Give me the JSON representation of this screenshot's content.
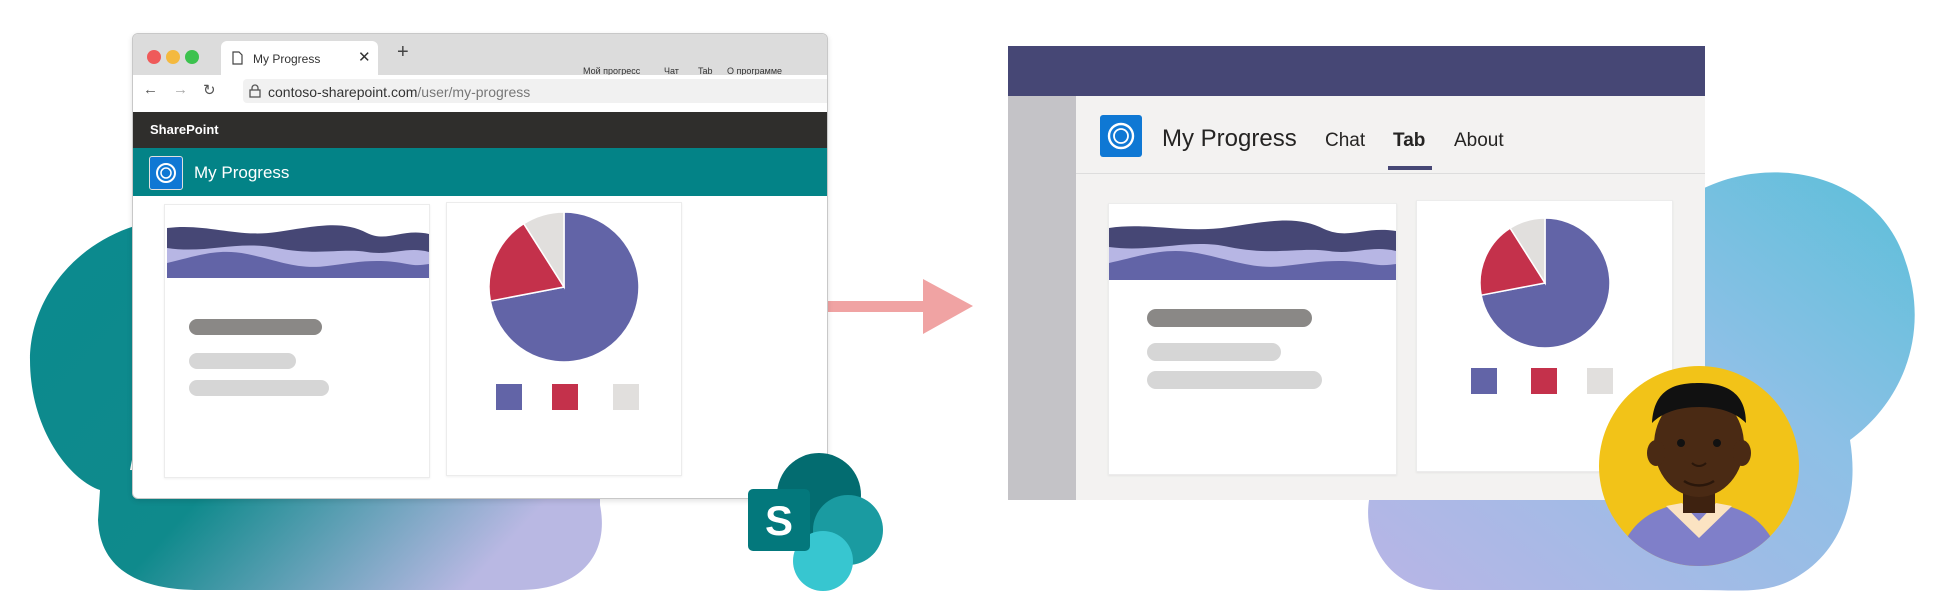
{
  "browser": {
    "tab_title": "My Progress",
    "tab_close": "✕",
    "new_tab": "+",
    "ru_menu": [
      "Мой прогресс",
      "Чат",
      "Tab",
      "О программе"
    ],
    "nav": {
      "back": "←",
      "forward": "→",
      "refresh": "↻"
    },
    "url_domain": "contoso-sharepoint.com",
    "url_path": "/user/my-progress"
  },
  "sharepoint": {
    "bar_label": "SharePoint",
    "app_title": "My Progress",
    "logo_letter": "S"
  },
  "teams": {
    "app_title": "My Progress",
    "tabs": [
      {
        "label": "Chat",
        "active": false
      },
      {
        "label": "Tab",
        "active": true
      },
      {
        "label": "About",
        "active": false
      }
    ]
  },
  "colors": {
    "teams_purple": "#464775",
    "sharepoint_teal": "#038387",
    "pie_main": "#6264a7",
    "pie_red": "#c4314b",
    "pie_gray": "#e1dfdd",
    "arrow": "#f0a3a3"
  },
  "chart_data": [
    {
      "type": "pie",
      "values": [
        72,
        19,
        9
      ],
      "colors": [
        "#6264a7",
        "#c4314b",
        "#e1dfdd"
      ]
    },
    {
      "type": "area",
      "series": [
        {
          "values": [
            3,
            3.2,
            2.7,
            3.4,
            3.3,
            3.1
          ]
        },
        {
          "values": [
            2,
            1.6,
            2.2,
            1.8,
            2.1,
            1.9
          ]
        },
        {
          "values": [
            1.2,
            1.5,
            1.1,
            1.3,
            1.0,
            1.2
          ]
        }
      ]
    }
  ],
  "icons": [
    "page-icon",
    "lock-icon",
    "app-logo-icon",
    "avatar",
    "sharepoint-logo",
    "arrow-right"
  ]
}
